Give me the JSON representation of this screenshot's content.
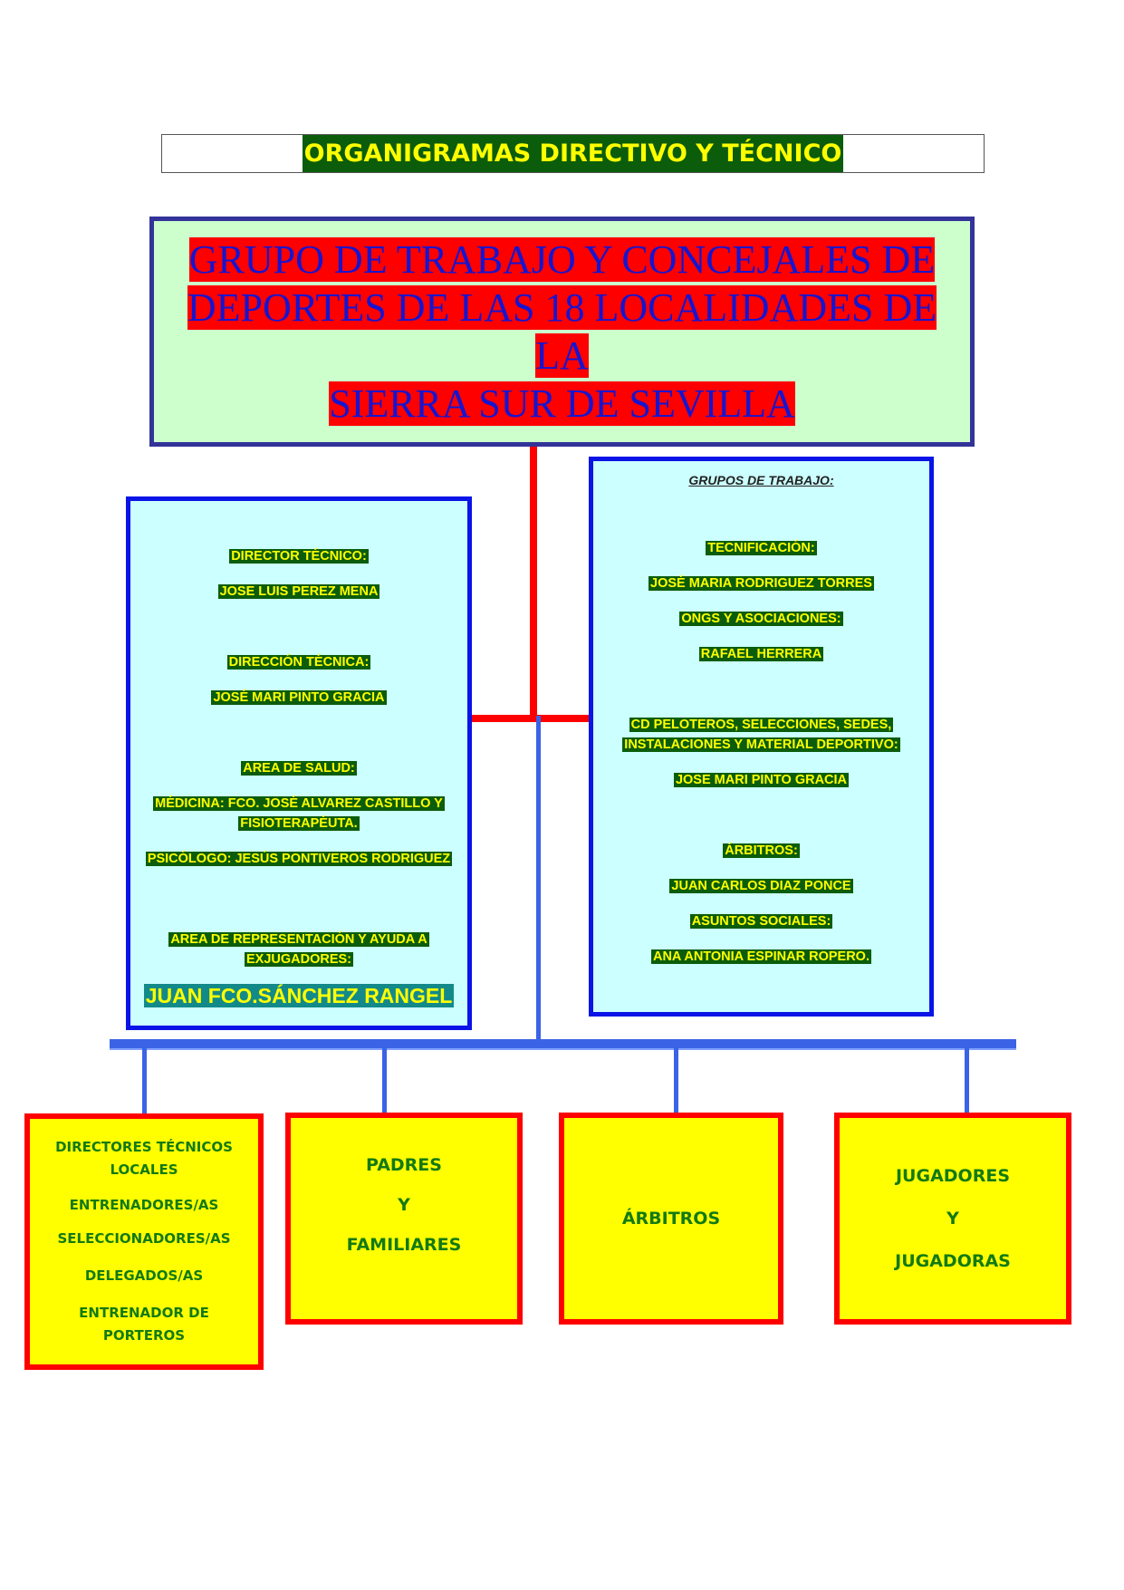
{
  "title": "ORGANIGRAMAS DIRECTIVO Y TÉCNICO",
  "top_box": {
    "lines": [
      "GRUPO DE TRABAJO Y CONCEJALES DE",
      "DEPORTES DE LAS 18 LOCALIDADES DE LA",
      "SIERRA SUR DE SEVILLA"
    ]
  },
  "left_panel": {
    "director_label": "DIRECTOR TÉCNICO:",
    "director_name": "JOSE LUIS PEREZ MENA",
    "direccion_label": "DIRECCIÓN TÉCNICA:",
    "direccion_name": "JOSÉ MARI PINTO GRACIA",
    "salud_label": "AREA DE SALUD:",
    "medicina_1": "MÉDICINA: FCO. JOSÉ ALVAREZ CASTILLO Y",
    "medicina_2": "FISIOTERAPÉUTA.",
    "psicologo": "PSICÓLOGO: JESÚS PONTIVEROS RODRIGUEZ",
    "representacion_1": "AREA DE REPRESENTACIÓN Y AYUDA A",
    "representacion_2": "EXJUGADORES:",
    "representacion_name": "JUAN FCO.SÁNCHEZ RANGEL"
  },
  "right_panel": {
    "header": "GRUPOS DE TRABAJO:",
    "tecnificacion_label": "TECNIFICACIÓN:",
    "tecnificacion_name": "JOSÉ MARIA RODRIGUEZ TORRES",
    "ongs_label": "ONGS Y ASOCIACIONES:",
    "ongs_name": "RAFAEL HERRERA",
    "cd_label_1": "CD PELOTEROS, SELECCIONES, SEDES,",
    "cd_label_2": "INSTALACIONES Y MATERIAL DEPORTIVO:",
    "cd_name": "JOSE MARI PINTO GRACIA",
    "arbitros_label": "ÁRBITROS:",
    "arbitros_name": "JUAN CARLOS DIAZ PONCE",
    "sociales_label": "ASUNTOS SOCIALES:",
    "sociales_name": "ANA ANTONIA ESPINAR ROPERO."
  },
  "bottom_boxes": [
    {
      "lines": [
        "DIRECTORES TÉCNICOS LOCALES",
        "ENTRENADORES/AS",
        "SELECCIONADORES/AS",
        "DELEGADOS/AS",
        "ENTRENADOR DE PORTEROS"
      ]
    },
    {
      "lines": [
        "PADRES",
        "Y",
        "FAMILIARES"
      ]
    },
    {
      "lines": [
        "ÁRBITROS"
      ]
    },
    {
      "lines": [
        "JUGADORES",
        "Y",
        "JUGADORAS"
      ]
    }
  ],
  "colors": {
    "red": "#ff0000",
    "blue": "#0a14e6",
    "green": "#0b5d0b",
    "yellow": "#ffff00"
  }
}
